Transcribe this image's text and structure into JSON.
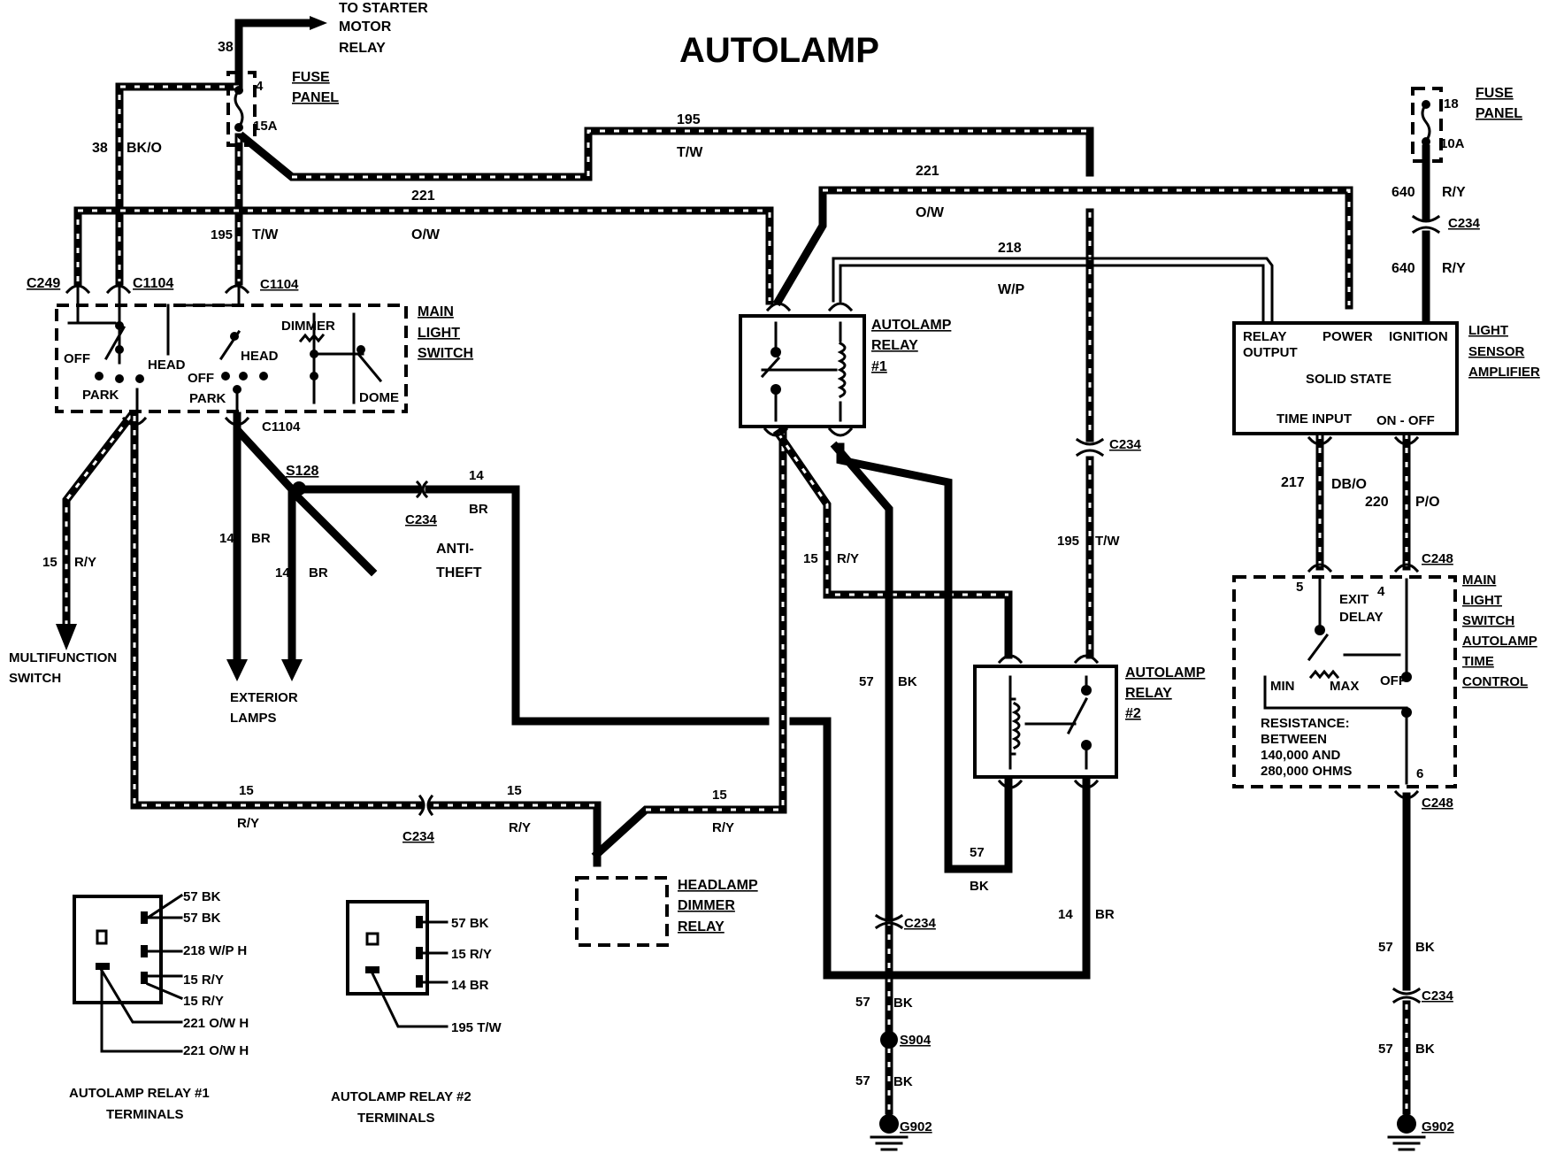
{
  "title": "AUTOLAMP",
  "labels": {
    "to_starter": [
      "TO STARTER",
      "MOTOR",
      "RELAY"
    ],
    "fuse_panel_left": [
      "FUSE",
      "PANEL"
    ],
    "fuse_panel_right": [
      "FUSE",
      "PANEL"
    ],
    "fuse4": "4",
    "fuse4_rating": "15A",
    "fuse18": "18",
    "fuse18_rating": "10A",
    "w38_top": "38",
    "w38_left": "38",
    "bk_o": "BK/O",
    "w195_top": "195",
    "t_w_top": "T/W",
    "w221_left": "221",
    "o_w_left": "O/W",
    "w195_left": "195",
    "t_w_left": "T/W",
    "w221_right": "221",
    "o_w_right": "O/W",
    "w218": "218",
    "w_p": "W/P",
    "w640_a": "640",
    "r_y_a": "R/Y",
    "w640_b": "640",
    "r_y_b": "R/Y",
    "c234_top": "C234",
    "c249": "C249",
    "c1104_a": "C1104",
    "c1104_b": "C1104",
    "c1104_c": "C1104",
    "main_light_switch": [
      "MAIN",
      "LIGHT",
      "SWITCH"
    ],
    "dimmer": "DIMMER",
    "off_l": "OFF",
    "head_l": "HEAD",
    "park_l": "PARK",
    "off_r": "OFF",
    "head_r": "HEAD",
    "park_r": "PARK",
    "dome": "DOME",
    "autolamp_relay1": [
      "AUTOLAMP",
      "RELAY",
      "#1"
    ],
    "lsa_terms": [
      "RELAY",
      "OUTPUT",
      "POWER",
      "IGNITION"
    ],
    "solid_state": "SOLID STATE",
    "time_input": "TIME INPUT",
    "on_off": "ON - OFF",
    "light_sensor": [
      "LIGHT",
      "SENSOR",
      "AMPLIFIER"
    ],
    "s128": "S128",
    "w14_a": "14",
    "br_a": "BR",
    "w14_b": "14",
    "br_b": "BR",
    "w14_c": "14",
    "br_c": "BR",
    "c234_anti": "C234",
    "anti_theft": [
      "ANTI-",
      "THEFT"
    ],
    "w15_a": "15",
    "r_y_ma": "R/Y",
    "multifunction": [
      "MULTIFUNCTION",
      "SWITCH"
    ],
    "exterior": [
      "EXTERIOR",
      "LAMPS"
    ],
    "c234_mid": "C234",
    "w195_mid": "195",
    "t_w_mid": "T/W",
    "w15_b": "15",
    "r_y_b2": "R/Y",
    "w57_a": "57",
    "bk_a": "BK",
    "autolamp_relay2": [
      "AUTOLAMP",
      "RELAY",
      "#2"
    ],
    "w217": "217",
    "db_o": "DB/O",
    "w220": "220",
    "p_o": "P/O",
    "c248_top": "C248",
    "pin5": "5",
    "pin4": "4",
    "exit_delay": [
      "EXIT",
      "DELAY"
    ],
    "min": "MIN",
    "max": "MAX",
    "off_t": "OFF",
    "resistance": [
      "RESISTANCE:",
      "BETWEEN",
      "140,000 AND",
      "280,000 OHMS"
    ],
    "pin6": "6",
    "c248_bot": "C248",
    "mlsatc": [
      "MAIN",
      "LIGHT",
      "SWITCH",
      "AUTOLAMP",
      "TIME",
      "CONTROL"
    ],
    "bw15_a": "15",
    "bry_a": "R/Y",
    "bw15_b": "15",
    "bry_b": "R/Y",
    "bw15_c": "15",
    "bry_c": "R/Y",
    "c234_bottom": "C234",
    "headlamp_dimmer": [
      "HEADLAMP",
      "DIMMER",
      "RELAY"
    ],
    "w57_b": "57",
    "bk_b": "BK",
    "w14_d": "14",
    "br_d": "BR",
    "c234_g": "C234",
    "w57_c": "57",
    "bk_c": "BK",
    "s904": "S904",
    "w57_d": "57",
    "bk_d": "BK",
    "g902_a": "G902",
    "w57_e": "57",
    "bk_e": "BK",
    "c234_r": "C234",
    "w57_f": "57",
    "bk_f": "BK",
    "g902_b": "G902",
    "relay1_terms": [
      "57 BK",
      "57 BK",
      "218 W/P H",
      "15 R/Y",
      "15 R/Y",
      "221 O/W H",
      "221 O/W H"
    ],
    "relay2_terms": [
      "57 BK",
      "15 R/Y",
      "14 BR",
      "195 T/W"
    ],
    "relay1_caption": [
      "AUTOLAMP RELAY  #1",
      "TERMINALS"
    ],
    "relay2_caption": [
      "AUTOLAMP RELAY #2",
      "TERMINALS"
    ]
  }
}
